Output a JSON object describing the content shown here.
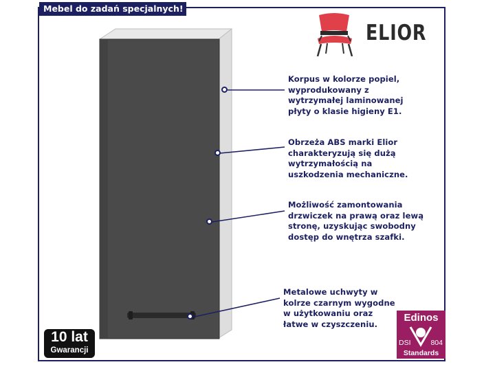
{
  "banner": "Mebel do zadań specjalnych!",
  "brand": {
    "name": "ELIOR",
    "icon": "red-chair-icon",
    "color": "#e0404a"
  },
  "callouts": [
    {
      "text": "Korpus w kolorze popiel,\nwyprodukowany z\nwytrzymałej laminowanej\npłyty o klasie higieny E1."
    },
    {
      "text": "Obrzeża ABS marki Elior\ncharakteryzują się dużą\nwytrzymałością na\nuszkodzenia mechaniczne."
    },
    {
      "text": "Możliwość zamontowania\ndrzwiczek na prawą oraz lewą\nstronę, uzyskując swobodny\ndostęp do wnętrza szafki."
    },
    {
      "text": "Metalowe uchwyty w\nkolrze czarnym wygodne\nw użytkowaniu oraz\nłatwe w czyszczeniu."
    }
  ],
  "warranty": {
    "years": "10 lat",
    "label": "Gwarancji"
  },
  "certificate": {
    "name": "Edinos",
    "dsi": "DSI",
    "number": "804",
    "standards": "Standards"
  },
  "colors": {
    "accent": "#1c2060",
    "door": "#4a4a4a",
    "body": "#dcdcdc",
    "certificate": "#9c1e62"
  }
}
